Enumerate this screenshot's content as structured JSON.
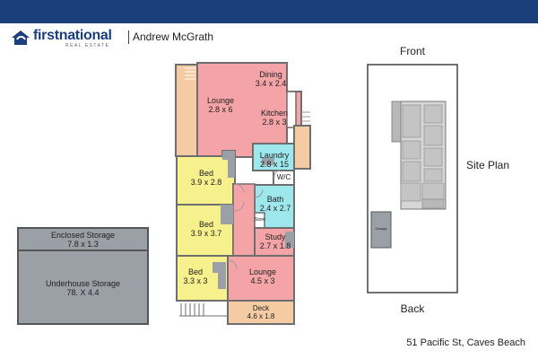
{
  "header": {
    "bar_color": "#1b3f7a"
  },
  "brand": {
    "logo_text_first": "first",
    "logo_text_second": "national",
    "logo_subtext": "REAL ESTATE",
    "agent_name": "Andrew McGrath"
  },
  "colors": {
    "pink": "#f4a3a6",
    "yellow": "#f6f08d",
    "cyan": "#9ee7ec",
    "orange": "#f4cba3",
    "grey": "#9aa0a6",
    "wall": "#6e6e6e"
  },
  "rooms": {
    "dining": {
      "name": "Dining",
      "dims": "3.4 x 2.4"
    },
    "lounge_top": {
      "name": "Lounge",
      "dims": "2.8 x 6"
    },
    "kitchen": {
      "name": "Kitchen",
      "dims": "2.8 x 3"
    },
    "laundry": {
      "name": "Laundry",
      "dims": "2.8 x 15"
    },
    "wc": {
      "name": "W/C"
    },
    "bed1": {
      "name": "Bed",
      "dims": "3.9 x 2.8"
    },
    "bath": {
      "name": "Bath",
      "dims": "2.4 x 2.7"
    },
    "bed2": {
      "name": "Bed",
      "dims": "3.9 x 3.7"
    },
    "store": {
      "name": "Store"
    },
    "study": {
      "name": "Study",
      "dims": "2.7 x 1.8"
    },
    "bed3": {
      "name": "Bed",
      "dims": "3.3 x 3"
    },
    "lounge_bottom": {
      "name": "Lounge",
      "dims": "4.5 x 3"
    },
    "deck": {
      "name": "Deck",
      "dims": "4.6 x 1.8"
    },
    "enclosed_storage": {
      "name": "Enclosed Storage",
      "dims": "7.8 x 1.3"
    },
    "underhouse_storage": {
      "name": "Underhouse Storage",
      "dims": "78. X 4.4"
    }
  },
  "site_plan": {
    "front": "Front",
    "back": "Back",
    "title": "Site Plan",
    "garage": "Garage"
  },
  "address": "51 Pacific St, Caves Beach"
}
